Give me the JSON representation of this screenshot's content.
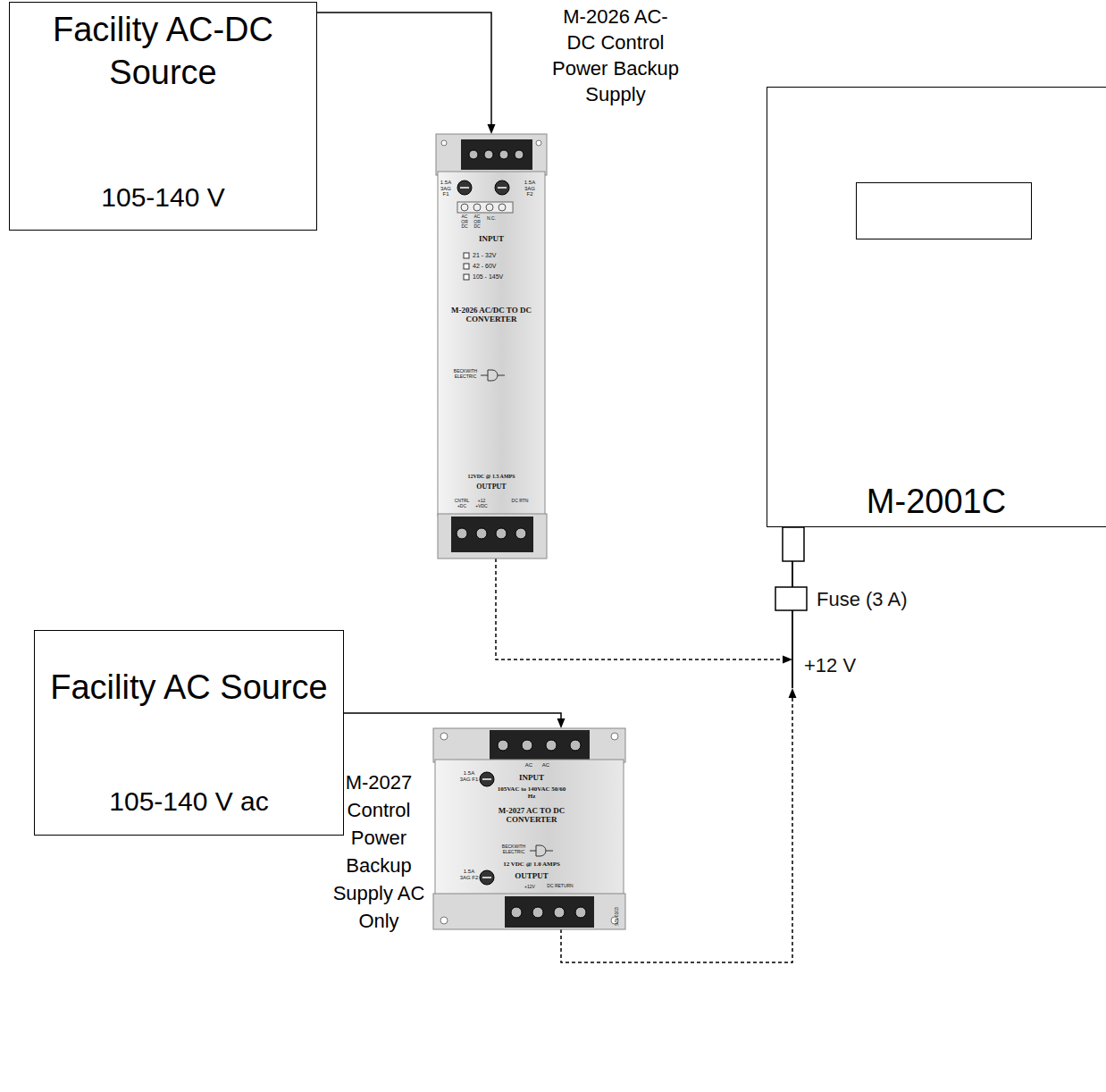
{
  "diagram": {
    "nodes": [
      {
        "text": [
          "Facility AC-DC Source",
          "105-140 V"
        ]
      },
      {
        "text": [
          "M-2026 AC-DC Control Power Backup Supply"
        ]
      },
      {
        "text": [
          "M-2001C"
        ]
      },
      {
        "text": [
          "Facility AC Source",
          "105-140 V ac"
        ]
      },
      {
        "text": [
          "M-2027 Control Power Backup Supply AC Only"
        ]
      }
    ],
    "edges": [
      {
        "from": 0,
        "to": 1,
        "arrow": "to"
      },
      {
        "from": 1,
        "to": 2,
        "arrow": "to"
      },
      {
        "from": 3,
        "to": 4,
        "arrow": "to"
      },
      {
        "from": 4,
        "to": 2,
        "arrow": "to"
      }
    ],
    "labels": [
      "1.5A 3AG F1",
      "1.5A 3AG F2",
      "AC OR DC",
      "AC OR DC",
      "N.C.",
      "INPUT",
      "21 - 32V",
      "42 - 60V",
      "105 - 145V",
      "M-2026 AC/DC TO DC CONVERTER",
      "BECKWITH ELECTRIC",
      "12VDC @ 1.5 AMPS",
      "OUTPUT",
      "CNTRL +DC",
      "+12 +VDC",
      "DC RTN",
      "1.5A 3AG F1",
      "AC",
      "AC",
      "INPUT",
      "105VAC to 140VAC 50/60 Hz",
      "M-2027 AC TO DC CONVERTER",
      "BECKWITH ELECTRIC",
      "12 VDC @ 1.0 AMPS",
      "1.5A 3AG F2",
      "OUTPUT",
      "+12V",
      "DC RETURN",
      "S/N 0103",
      "Fuse (3 A)",
      "+12 V"
    ]
  }
}
